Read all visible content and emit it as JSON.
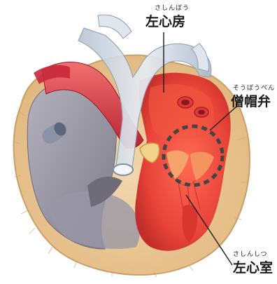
{
  "labels": {
    "left_atrium": {
      "ruby": "さしんぼう",
      "text": "左心房"
    },
    "mitral_valve": {
      "ruby": "そうぼうべん",
      "text": "僧帽弁"
    },
    "left_ventricle": {
      "ruby": "さしんしつ",
      "text": "左心室"
    }
  },
  "colors": {
    "outer_wall": "#e8c89a",
    "wall_edge": "#c9a06a",
    "left_chamber": "#e8443a",
    "right_chamber": "#8d8b98",
    "aorta": "#d8e0ea",
    "pulmonary_artery": "#d9323f",
    "highlight_circle": "#444444",
    "leader_line": "#222222"
  }
}
